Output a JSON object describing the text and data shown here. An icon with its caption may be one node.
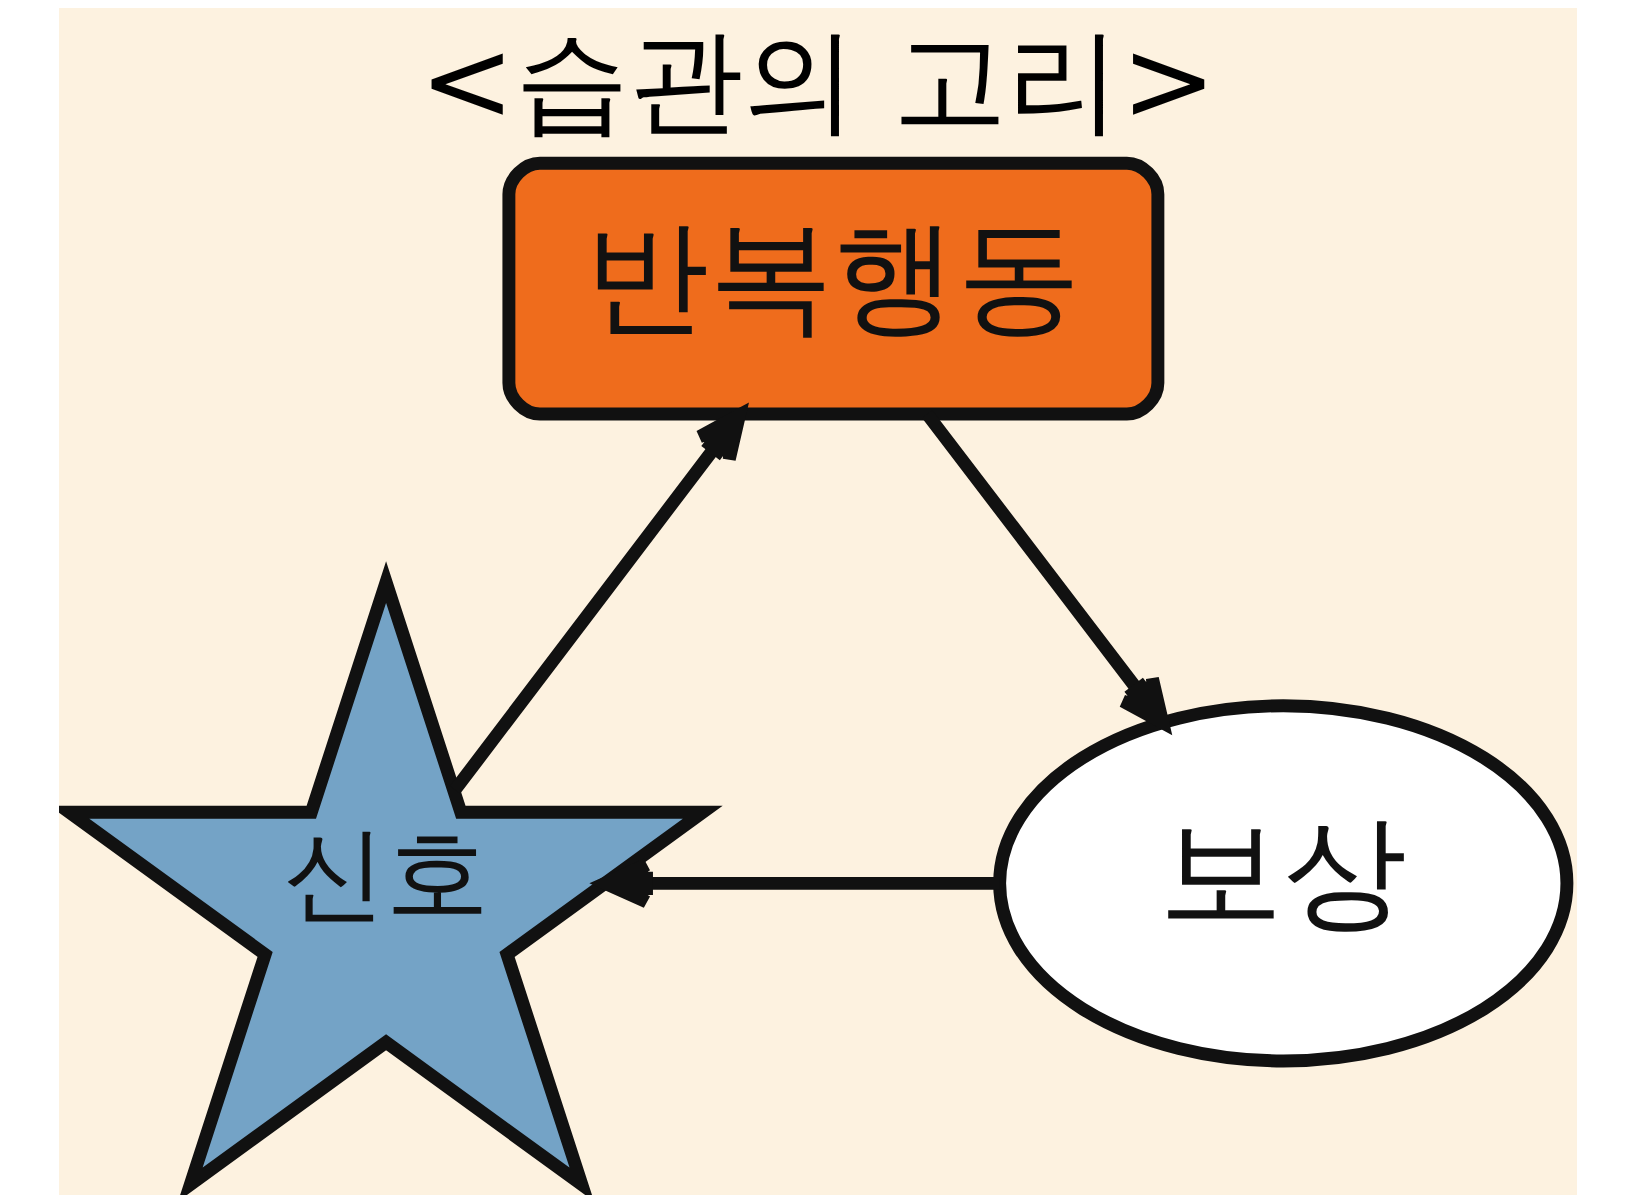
{
  "diagram": {
    "title": "<습관의 고리>",
    "nodes": [
      {
        "text": [
          "반복행동"
        ]
      },
      {
        "text": [
          "신호"
        ]
      },
      {
        "text": [
          "보상"
        ]
      }
    ],
    "edges": [
      {
        "from": 1,
        "to": 0,
        "arrow": "to"
      },
      {
        "from": 0,
        "to": 2,
        "arrow": "to"
      },
      {
        "from": 2,
        "to": 1,
        "arrow": "to"
      }
    ]
  }
}
